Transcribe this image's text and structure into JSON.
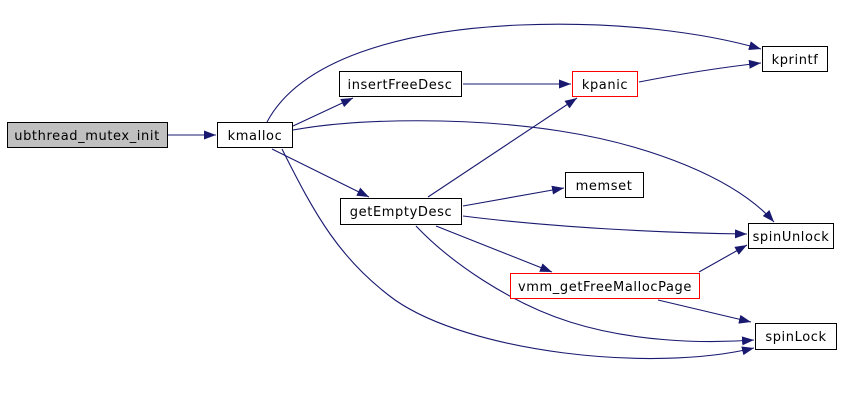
{
  "diagram": {
    "type": "call-graph",
    "edge_color": "#191970",
    "nodes": {
      "ubthread_mutex_init": {
        "label": "ubthread_mutex_init",
        "fill_color": "#c0c0c0",
        "border_color": "#000000",
        "role": "root"
      },
      "kmalloc": {
        "label": "kmalloc",
        "fill_color": "#ffffff",
        "border_color": "#000000"
      },
      "insertFreeDesc": {
        "label": "insertFreeDesc",
        "fill_color": "#ffffff",
        "border_color": "#000000"
      },
      "kpanic": {
        "label": "kpanic",
        "fill_color": "#ffffff",
        "border_color": "#ff0000"
      },
      "kprintf": {
        "label": "kprintf",
        "fill_color": "#ffffff",
        "border_color": "#000000"
      },
      "getEmptyDesc": {
        "label": "getEmptyDesc",
        "fill_color": "#ffffff",
        "border_color": "#000000"
      },
      "memset": {
        "label": "memset",
        "fill_color": "#ffffff",
        "border_color": "#000000"
      },
      "spinUnlock": {
        "label": "spinUnlock",
        "fill_color": "#ffffff",
        "border_color": "#000000"
      },
      "vmm_getFreeMallocPage": {
        "label": "vmm_getFreeMallocPage",
        "fill_color": "#ffffff",
        "border_color": "#ff0000"
      },
      "spinLock": {
        "label": "spinLock",
        "fill_color": "#ffffff",
        "border_color": "#000000"
      }
    },
    "edges": [
      {
        "from": "ubthread_mutex_init",
        "to": "kmalloc"
      },
      {
        "from": "kmalloc",
        "to": "kprintf"
      },
      {
        "from": "kmalloc",
        "to": "insertFreeDesc"
      },
      {
        "from": "kmalloc",
        "to": "spinUnlock"
      },
      {
        "from": "kmalloc",
        "to": "getEmptyDesc"
      },
      {
        "from": "kmalloc",
        "to": "spinLock"
      },
      {
        "from": "insertFreeDesc",
        "to": "kpanic"
      },
      {
        "from": "kpanic",
        "to": "kprintf"
      },
      {
        "from": "getEmptyDesc",
        "to": "kpanic"
      },
      {
        "from": "getEmptyDesc",
        "to": "memset"
      },
      {
        "from": "getEmptyDesc",
        "to": "spinUnlock"
      },
      {
        "from": "getEmptyDesc",
        "to": "vmm_getFreeMallocPage"
      },
      {
        "from": "getEmptyDesc",
        "to": "spinLock"
      },
      {
        "from": "vmm_getFreeMallocPage",
        "to": "spinUnlock"
      },
      {
        "from": "vmm_getFreeMallocPage",
        "to": "spinLock"
      }
    ]
  }
}
